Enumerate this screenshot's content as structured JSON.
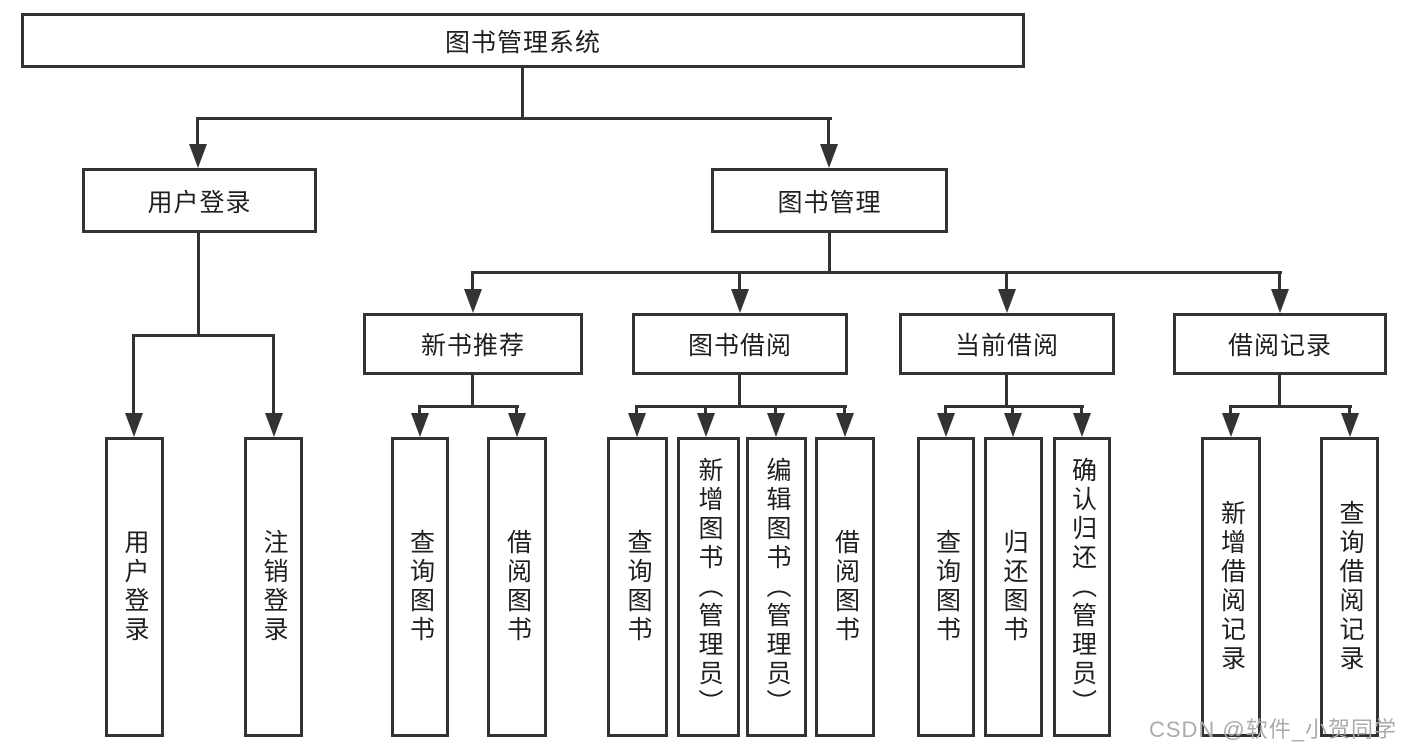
{
  "diagram": {
    "type": "tree",
    "root": {
      "label": "图书管理系统",
      "children": [
        {
          "label": "用户登录",
          "children": [
            {
              "label": "用户登录"
            },
            {
              "label": "注销登录"
            }
          ]
        },
        {
          "label": "图书管理",
          "children": [
            {
              "label": "新书推荐",
              "children": [
                {
                  "label": "查询图书"
                },
                {
                  "label": "借阅图书"
                }
              ]
            },
            {
              "label": "图书借阅",
              "children": [
                {
                  "label": "查询图书"
                },
                {
                  "label": "新增图书（管理员）"
                },
                {
                  "label": "编辑图书（管理员）"
                },
                {
                  "label": "借阅图书"
                }
              ]
            },
            {
              "label": "当前借阅",
              "children": [
                {
                  "label": "查询图书"
                },
                {
                  "label": "归还图书"
                },
                {
                  "label": "确认归还（管理员）"
                }
              ]
            },
            {
              "label": "借阅记录",
              "children": [
                {
                  "label": "新增借阅记录"
                },
                {
                  "label": "查询借阅记录"
                }
              ]
            }
          ]
        }
      ]
    }
  },
  "watermark": "CSDN @软件_小贺同学",
  "colors": {
    "line": "#333333",
    "text": "#1f1f1f",
    "background": "#ffffff",
    "watermark": "#ababab"
  }
}
